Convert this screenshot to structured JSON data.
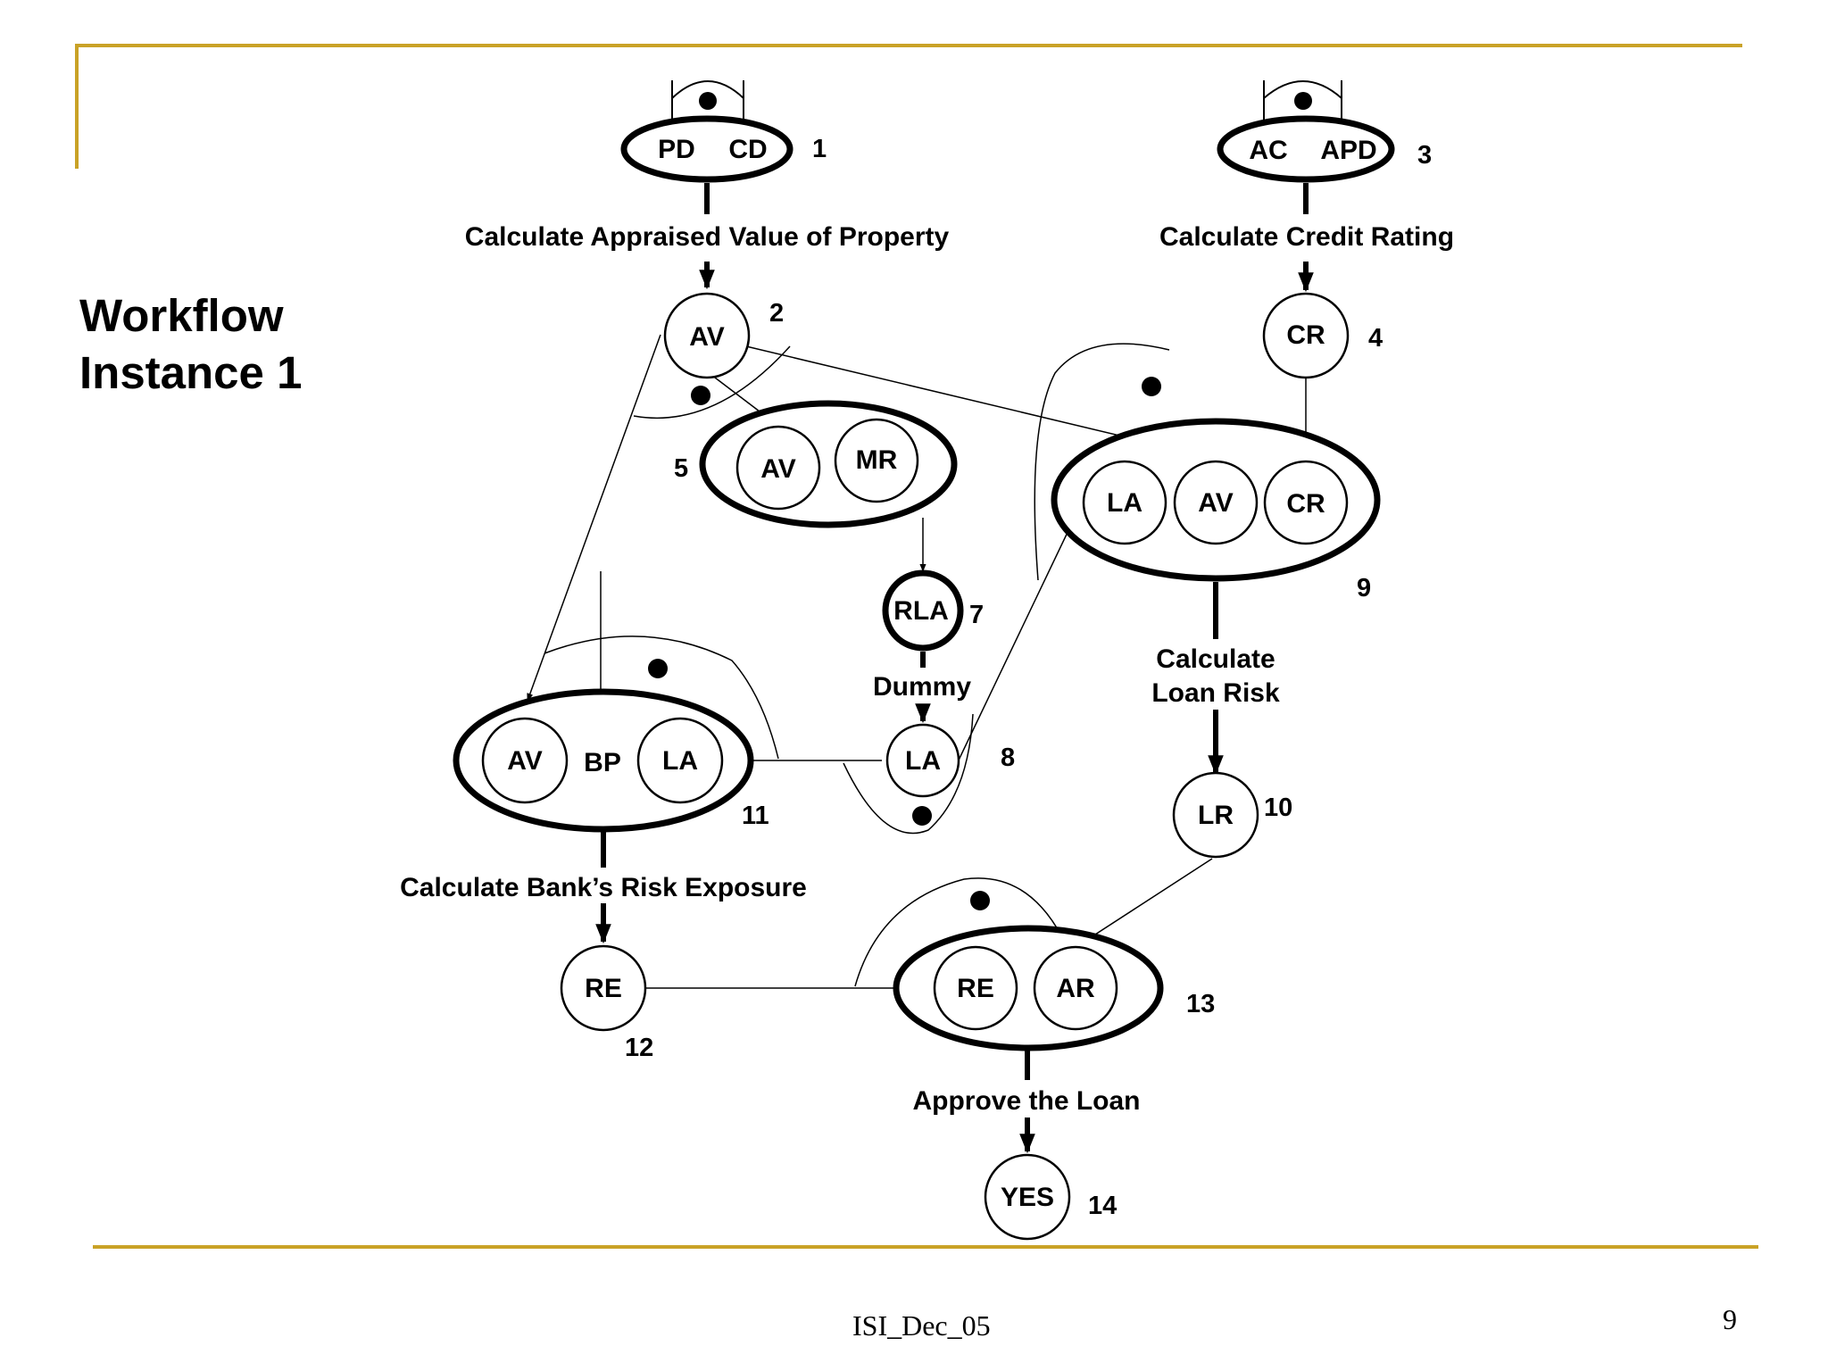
{
  "slide": {
    "title_line1": "Workflow",
    "title_line2": "Instance 1",
    "footer": "ISI_Dec_05",
    "page_number": "9",
    "accent_color": "#c9a227"
  },
  "diagram": {
    "nodes": {
      "n1_pd": "PD",
      "n1_cd": "CD",
      "n2_av": "AV",
      "n3_ac": "AC",
      "n3_apd": "APD",
      "n4_cr": "CR",
      "n5_av": "AV",
      "n5_mr": "MR",
      "n7_rla": "RLA",
      "n8_la": "LA",
      "n9_la": "LA",
      "n9_av": "AV",
      "n9_cr": "CR",
      "n10_lr": "LR",
      "n11_av": "AV",
      "n11_bp": "BP",
      "n11_la": "LA",
      "n12_re": "RE",
      "n13_re": "RE",
      "n13_ar": "AR",
      "n14_yes": "YES"
    },
    "numbers": {
      "n1": "1",
      "n2": "2",
      "n3": "3",
      "n4": "4",
      "n5": "5",
      "n7": "7",
      "n8": "8",
      "n9": "9",
      "n10": "10",
      "n11": "11",
      "n12": "12",
      "n13": "13",
      "n14": "14"
    },
    "labels": {
      "appraised": "Calculate Appraised Value of Property",
      "credit": "Calculate Credit Rating",
      "dummy": "Dummy",
      "loan_risk_1": "Calculate",
      "loan_risk_2": "Loan Risk",
      "bank_risk": "Calculate Bank’s Risk Exposure",
      "approve": "Approve the Loan"
    }
  }
}
